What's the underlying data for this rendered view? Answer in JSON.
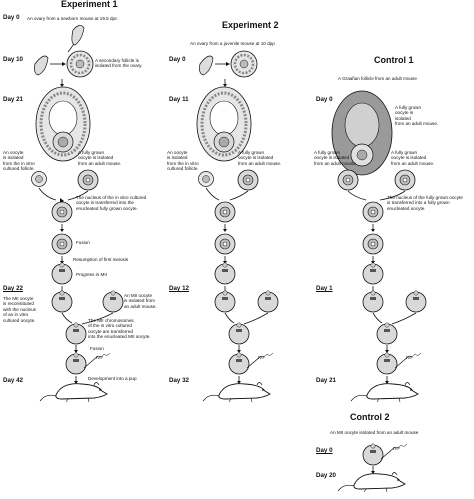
{
  "experiment1": {
    "title": "Experiment 1",
    "days": {
      "d0": "Day 0",
      "d10": "Day 10",
      "d21": "Day 21",
      "d22": "Day 22",
      "d42": "Day 42"
    },
    "notes": {
      "ovary": "An ovary from a newborn mouse at 19.5 dpc",
      "secondary": "A secondary follicle is\nisolated from the ovary.",
      "invitro_oocyte": "An oocyte\nis isolated\nfrom the in vitro\ncultured follicle.",
      "grown_oocyte": "A fully grown\noocyte is isolated\nfrom an adult mouse.",
      "nucleus_transfer": "The nucleus of the in vitro cultured\noocyte is transferred into the\nenucleated fully grown oocyte.",
      "fusion1": "Fusion",
      "resumption": "Resumption of first meiosis",
      "progress": "Progress in MII",
      "mii_reconstituted": "The MII oocyte\nis reconstituted\nwith the nucleus\nof an in vitro\ncultured oocyte.",
      "mii_adult": "An MII oocyte\nis isolated from\nan adult mouse.",
      "chromosome_transfer": "The MII chromosomes\nof the in vitro cultured\noocyte are transferred\ninto the enucleated MII oocyte.",
      "fusion2": "Fusion",
      "ivf": "IVF",
      "pup": "Development into a pup"
    }
  },
  "experiment2": {
    "title": "Experiment 2",
    "days": {
      "d0": "Day 0",
      "d11": "Day 11",
      "d12": "Day 12",
      "d32": "Day 32"
    },
    "notes": {
      "ovary": "An ovary from a juvenile mouse at 10 dpp",
      "invitro_oocyte": "An oocyte\nis isolated\nfrom the in vitro\ncultured follicle.",
      "grown_oocyte": "A fully grown\noocyte is isolated\nfrom an adult mouse.",
      "ivf": "IVF"
    }
  },
  "control1": {
    "title": "Control 1",
    "days": {
      "d0": "Day 0",
      "d1": "Day 1",
      "d21": "Day 21"
    },
    "notes": {
      "graafian": "A Graafian follicle from an adult mouse",
      "grown_oocyte_a": "A fully grown\noocyte is\nisolated\nfrom an adult mouse.",
      "grown_oocyte_b": "A fully grown\noocyte is isolated\nfrom an adult mouse.",
      "nucleus_transfer": "The nucleus of the fully grown oocyte\nis transferred into a fully grown\nenucleated oocyte.",
      "ivf": "IVF"
    }
  },
  "control2": {
    "title": "Control 2",
    "days": {
      "d0": "Day 0",
      "d20": "Day 20"
    },
    "notes": {
      "mii_adult": "An MII oocyte isolated from an adult mouse",
      "ivf": "IVF"
    }
  },
  "colors": {
    "ink": "#111111",
    "cell_fill": "#d9d9d9",
    "cell_dark": "#9a9a9a",
    "follicle_fill": "#c8c8c8"
  }
}
